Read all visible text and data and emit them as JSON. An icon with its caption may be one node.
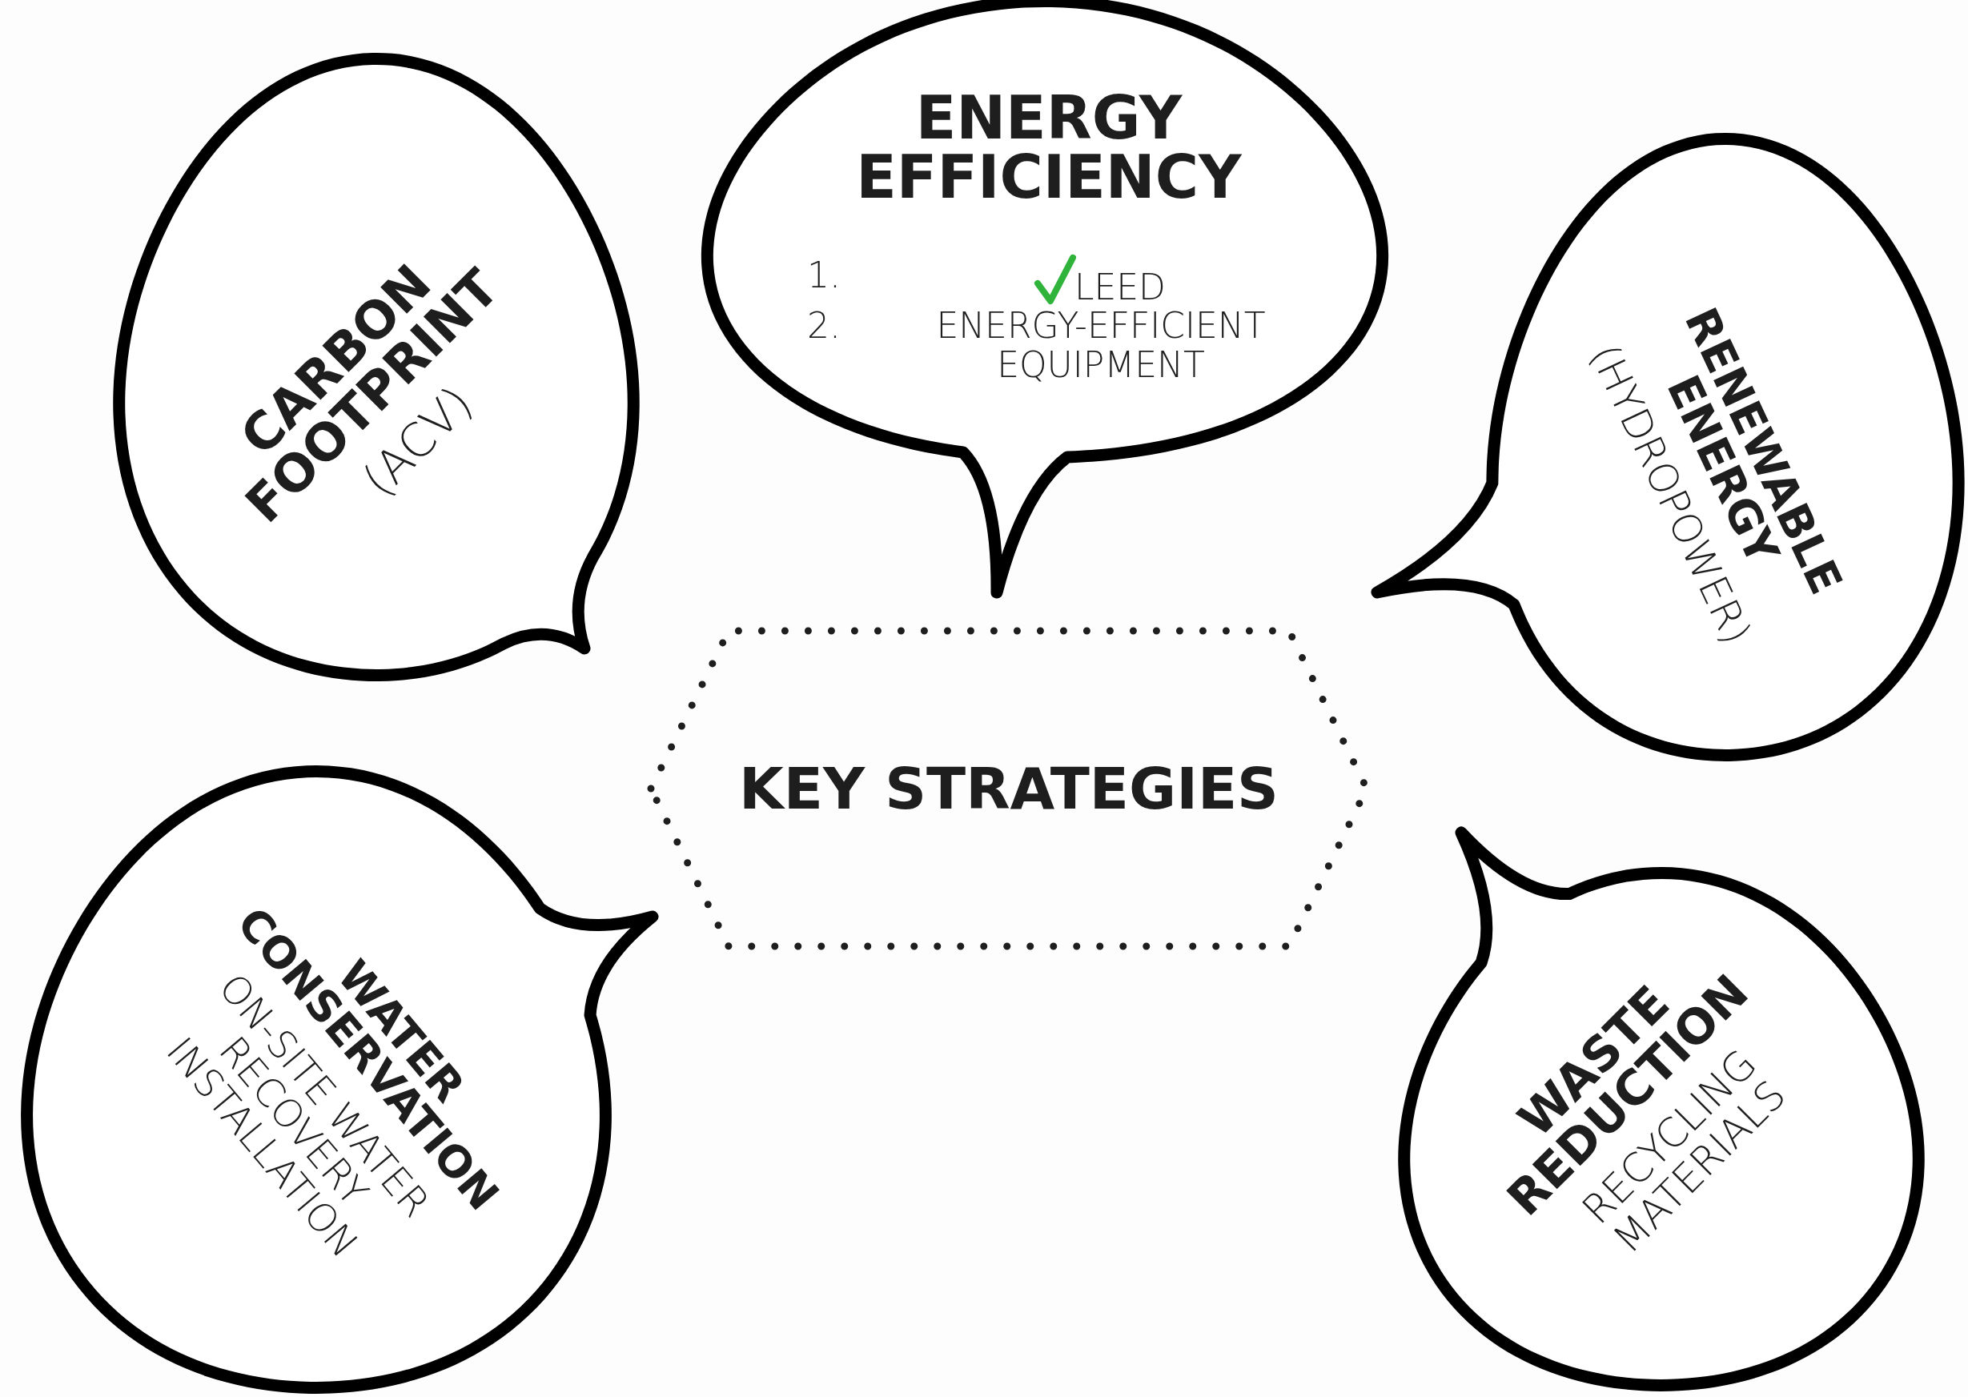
{
  "diagram": {
    "nodes": [
      {
        "text": [
          "CARBON FOOTPRINT",
          "(ACV)"
        ]
      },
      {
        "text": [
          "ENERGY EFFICIENCY",
          "1.",
          "LEED",
          "2.",
          "ENERGY-EFFICIENT EQUIPMENT"
        ]
      },
      {
        "text": [
          "RENEWABLE ENERGY",
          "(HYDROPOWER)"
        ]
      },
      {
        "text": [
          "KEY STRATEGIES"
        ]
      },
      {
        "text": [
          "WATER CONSERVATION",
          "ON-SITE WATER RECOVERY INSTALLATION"
        ]
      },
      {
        "text": [
          "WASTE REDUCTION",
          "RECYCLING MATERIALS"
        ]
      }
    ]
  }
}
